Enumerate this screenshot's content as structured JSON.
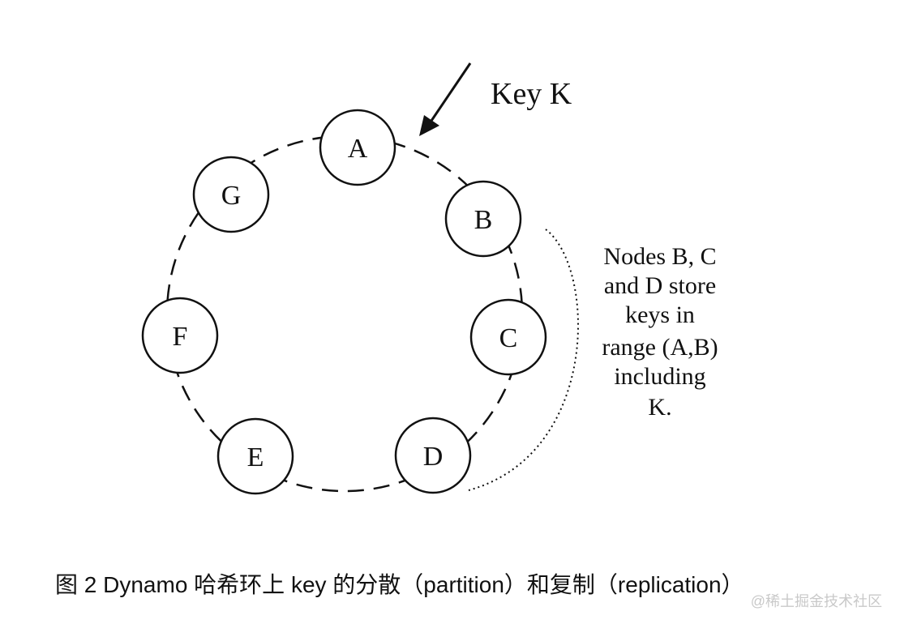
{
  "diagram": {
    "key_label": "Key K",
    "nodes": [
      {
        "id": "A",
        "label": "A"
      },
      {
        "id": "B",
        "label": "B"
      },
      {
        "id": "C",
        "label": "C"
      },
      {
        "id": "D",
        "label": "D"
      },
      {
        "id": "E",
        "label": "E"
      },
      {
        "id": "F",
        "label": "F"
      },
      {
        "id": "G",
        "label": "G"
      }
    ],
    "note_lines": [
      "Nodes B, C",
      "and D store",
      "keys in",
      "range (A,B)",
      "including",
      "K."
    ]
  },
  "caption": "图 2 Dynamo 哈希环上 key 的分散（partition）和复制（replication）",
  "watermark": "@稀土掘金技术社区"
}
